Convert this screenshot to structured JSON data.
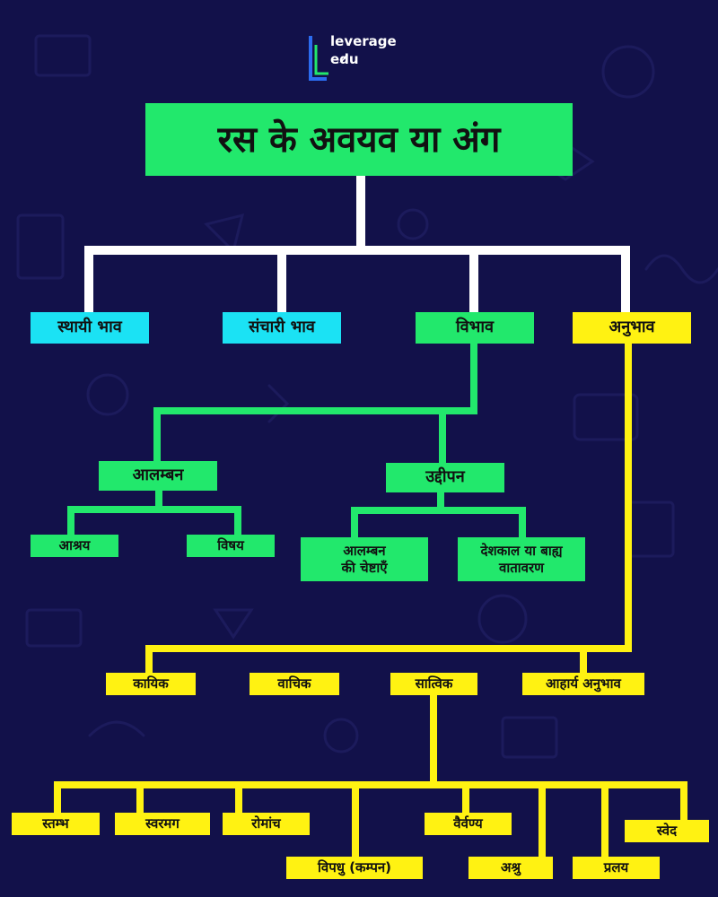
{
  "brand": {
    "name": "leverage\nedu"
  },
  "colors": {
    "background": "#12114a",
    "green": "#22e86c",
    "cyan": "#1be2f4",
    "yellow": "#fff212",
    "line_white": "#ffffff"
  },
  "title": "रस के अवयव या अंग",
  "level1": {
    "sthayi": "स्थायी भाव",
    "sanchari": "संचारी भाव",
    "vibhav": "विभाव",
    "anubhav": "अनुभाव"
  },
  "vibhav": {
    "alamban": "आलम्बन",
    "uddipan": "उद्दीपन",
    "ashray": "आश्रय",
    "vishay": "विषय",
    "alamban_cheshtayen": "आलम्बन\nकी चेष्टाएँ",
    "deshkal": "देशकाल या बाह्य\nवातावरण"
  },
  "anubhav": {
    "kayik": "कायिक",
    "vachik": "वाचिक",
    "satvik": "सात्विक",
    "aharya": "आहार्य अनुभाव"
  },
  "satvik": {
    "stambh": "स्तम्भ",
    "swarbhang": "स्वरमग",
    "romanch": "रोमांच",
    "vipdhu": "विपधु (कम्पन)",
    "vaivarnya": "वैर्वण्य",
    "ashru": "अश्रु",
    "pralay": "प्रलय",
    "swed": "स्वेद"
  }
}
